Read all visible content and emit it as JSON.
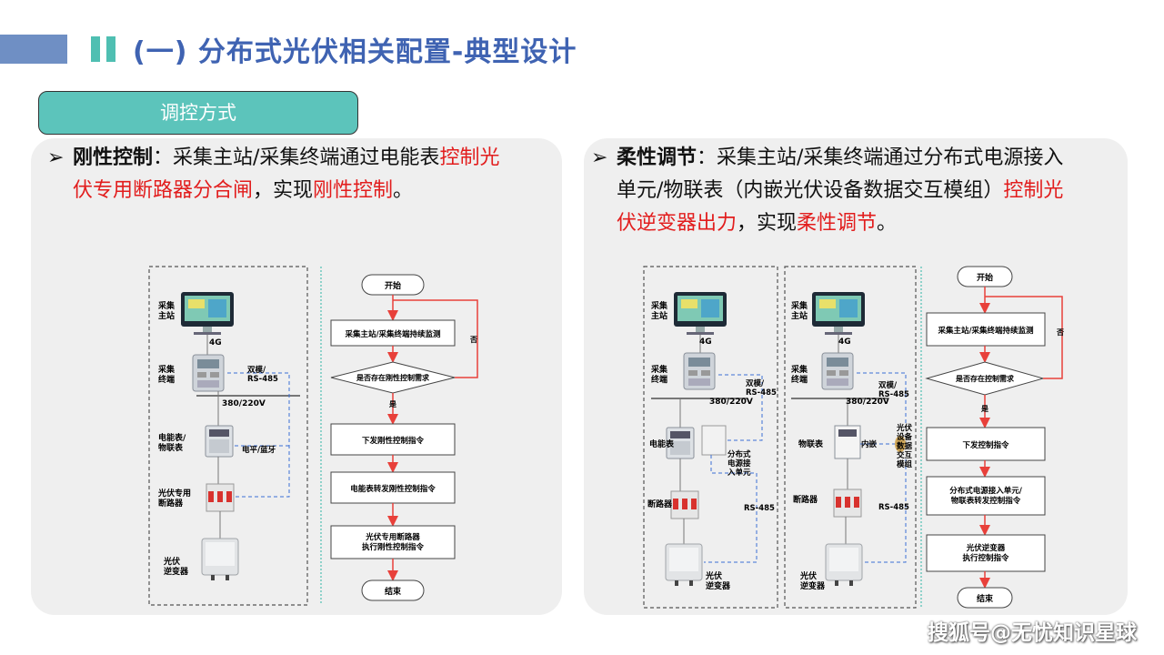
{
  "header": {
    "title": "(一) 分布式光伏相关配置-典型设计",
    "accent": "#3f63b2",
    "stripe_color": "#4fbfb2"
  },
  "tag": {
    "label": "调控方式",
    "color": "#5cc4bb"
  },
  "left": {
    "bullet": "➢",
    "heading": "刚性控制",
    "p1": "：采集主站/采集终端通过电能表",
    "p1_red": "控制光",
    "p2_red": "伏专用断路器分合闸",
    "p2": "，实现",
    "p2_red2": "刚性控制",
    "p2_end": "。",
    "devices": {
      "station": "采集\n主站",
      "net": "4G",
      "terminal": "采集\n终端",
      "dual_mode": "双模/\nRS-485",
      "voltage": "380/220V",
      "meter": "电能表/\n物联表",
      "level_bt": "电平/蓝牙",
      "breaker": "光伏专用\n断路器",
      "inverter": "光伏\n逆变器"
    },
    "flow": {
      "start": "开始",
      "monitor": "采集主站/采集终端持续监测",
      "decision": "是否存在刚性控制需求",
      "no": "否",
      "yes": "是",
      "issue": "下发刚性控制指令",
      "forward": "电能表转发刚性控制指令",
      "execute": "光伏专用断路器\n执行刚性控制指令",
      "end": "结束"
    }
  },
  "right": {
    "bullet": "➢",
    "heading": "柔性调节",
    "l1": "：采集主站/采集终端通过分布式电源接入",
    "l2": "单元/物联表（内嵌光伏设备数据交互模组）",
    "l2_red": "控制光",
    "l3_red": "伏逆变器出力",
    "l3": "，实现",
    "l3_red2": "柔性调节",
    "l3_end": "。",
    "devices_a": {
      "station": "采集\n主站",
      "net": "4G",
      "terminal": "采集\n终端",
      "dual_mode": "双模/\nRS-485",
      "voltage": "380/220V",
      "meter": "电能表",
      "access_unit": "分布式\n电源接\n入单元",
      "breaker": "断路器",
      "rs485": "RS-485",
      "inverter": "光伏\n逆变器"
    },
    "devices_b": {
      "station": "采集\n主站",
      "net": "4G",
      "terminal": "采集\n终端",
      "dual_mode": "双模/\nRS-485",
      "voltage": "380/220V",
      "meter": "物联表",
      "embedded": "内嵌",
      "module": "光伏\n设备\n数据\n交互\n模组",
      "breaker": "断路器",
      "rs485": "RS-485",
      "inverter": "光伏\n逆变器"
    },
    "flow": {
      "start": "开始",
      "monitor": "采集主站/采集终端持续监测",
      "decision": "是否存在控制需求",
      "no": "否",
      "yes": "是",
      "issue": "下发控制指令",
      "forward": "分布式电源接入单元/\n物联表转发控制指令",
      "execute": "光伏逆变器\n执行控制指令",
      "end": "结束"
    }
  },
  "watermark": "搜狐号@无忧知识星球",
  "colors": {
    "red": "#e21d1d",
    "flow_line": "#e8403a",
    "dash_blue": "#3b6fd6",
    "teal_sep": "#4fbfb2"
  }
}
